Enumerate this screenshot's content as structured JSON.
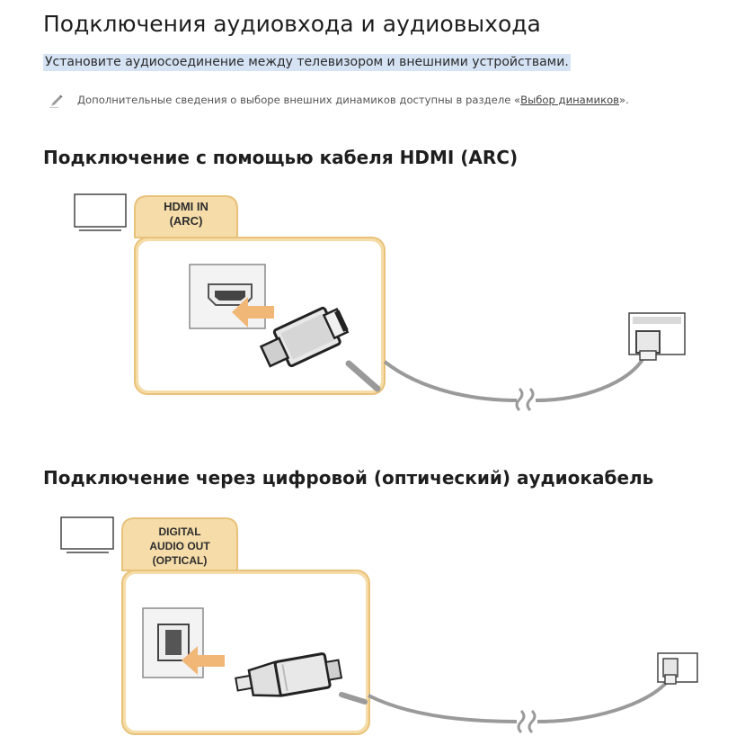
{
  "page": {
    "title": "Подключения аудиовхода и аудиовыхода",
    "subtitle": "Установите аудиосоединение между телевизором и внешними устройствами.",
    "note": {
      "icon": "pencil-icon",
      "text_before": "Дополнительные сведения о выборе внешних динамиков доступны в разделе «",
      "link_text": "Выбор динамиков",
      "text_after": "»."
    }
  },
  "sections": [
    {
      "title": "Подключение с помощью кабеля HDMI (ARC)",
      "port_label_line1": "HDMI IN",
      "port_label_line2": "(ARC)"
    },
    {
      "title": "Подключение через цифровой (оптический) аудиокабель",
      "port_label_line1": "DIGITAL",
      "port_label_line2": "AUDIO OUT",
      "port_label_line3": "(OPTICAL)"
    }
  ],
  "colors": {
    "accent_fill": "#f5dca8",
    "accent_stroke": "#e8c27a",
    "arrow": "#f1b777",
    "cable": "#9a9a9a",
    "highlight": "#d5e3f5"
  }
}
